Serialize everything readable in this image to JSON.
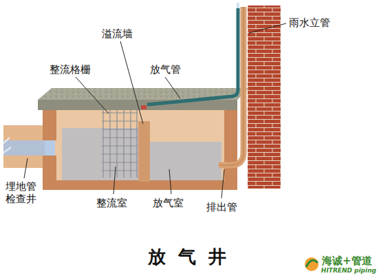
{
  "diagram": {
    "title": "放气井",
    "labels": [
      "雨水立管",
      "溢流墙",
      "整流格栅",
      "放气管",
      "埋地管 检查井",
      "整流室",
      "放气室",
      "排出管",
      "海诚+管道",
      "HITREND piping"
    ]
  }
}
